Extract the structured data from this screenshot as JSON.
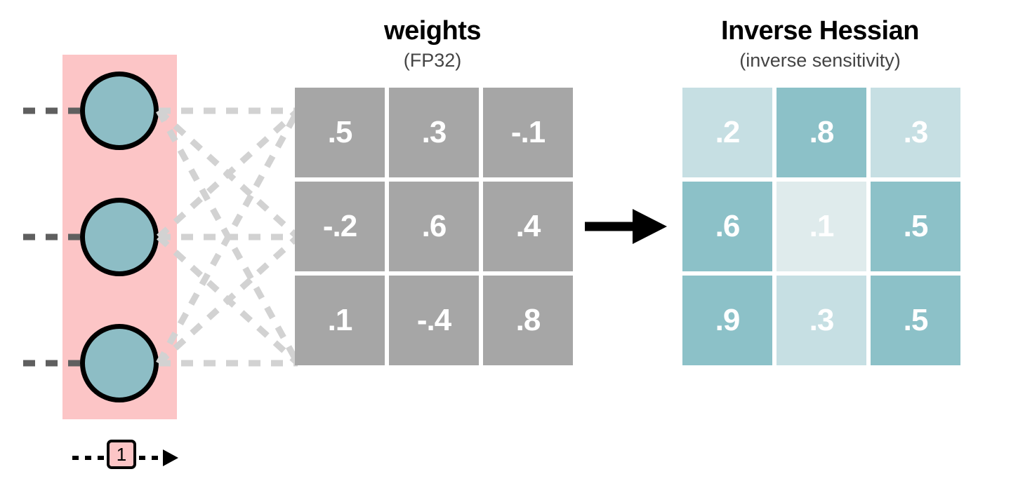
{
  "diagram": {
    "columns": {
      "weights": {
        "title": "weights",
        "subtitle": "(FP32)"
      },
      "hessian": {
        "title": "Inverse Hessian",
        "subtitle": "(inverse sensitivity)"
      }
    },
    "layer": {
      "neuron_count": 3,
      "highlight_color": "#fcc5c6",
      "neuron_fill": "#8dbdc5",
      "neuron_stroke": "#000000"
    },
    "index_marker": {
      "label": "1",
      "fill": "#fcc5c6",
      "stroke": "#000000"
    },
    "transform_arrow": {
      "name": "right-arrow",
      "color": "#000000"
    },
    "connection_lines": {
      "color": "#d2d2d2",
      "input_stub_color": "#5f5f5f",
      "style": "dashed"
    }
  },
  "chart_data": {
    "type": "heatmap",
    "title": "weights / Inverse Hessian matrices",
    "matrices": [
      {
        "name": "weights",
        "title": "weights",
        "subtitle": "(FP32)",
        "rows": 3,
        "cols": 3,
        "values": [
          [
            ".5",
            ".3",
            "-.1"
          ],
          [
            "-.2",
            ".6",
            ".4"
          ],
          [
            ".1",
            "-.4",
            ".8"
          ]
        ],
        "numeric": [
          [
            0.5,
            0.3,
            -0.1
          ],
          [
            -0.2,
            0.6,
            0.4
          ],
          [
            0.1,
            -0.4,
            0.8
          ]
        ],
        "colors": [
          [
            "#a6a6a6",
            "#a6a6a6",
            "#a6a6a6"
          ],
          [
            "#a6a6a6",
            "#a6a6a6",
            "#a6a6a6"
          ],
          [
            "#a6a6a6",
            "#a6a6a6",
            "#a6a6a6"
          ]
        ],
        "uniform_fill": "#a6a6a6",
        "text_color": "#ffffff"
      },
      {
        "name": "inverse-hessian",
        "title": "Inverse Hessian",
        "subtitle": "(inverse sensitivity)",
        "rows": 3,
        "cols": 3,
        "values": [
          [
            ".2",
            ".8",
            ".3"
          ],
          [
            ".6",
            ".1",
            ".5"
          ],
          [
            ".9",
            ".3",
            ".5"
          ]
        ],
        "numeric": [
          [
            0.2,
            0.8,
            0.3
          ],
          [
            0.6,
            0.1,
            0.5
          ],
          [
            0.9,
            0.3,
            0.5
          ]
        ],
        "colors": [
          [
            "#c6dfe3",
            "#8cc1c8",
            "#c6dfe3"
          ],
          [
            "#8cc1c8",
            "#dfebec",
            "#8cc1c8"
          ],
          [
            "#8cc1c8",
            "#c6dfe3",
            "#8cc1c8"
          ]
        ],
        "text_color": "#ffffff",
        "colormap": "teal: light = low value, dark = high value"
      }
    ]
  }
}
